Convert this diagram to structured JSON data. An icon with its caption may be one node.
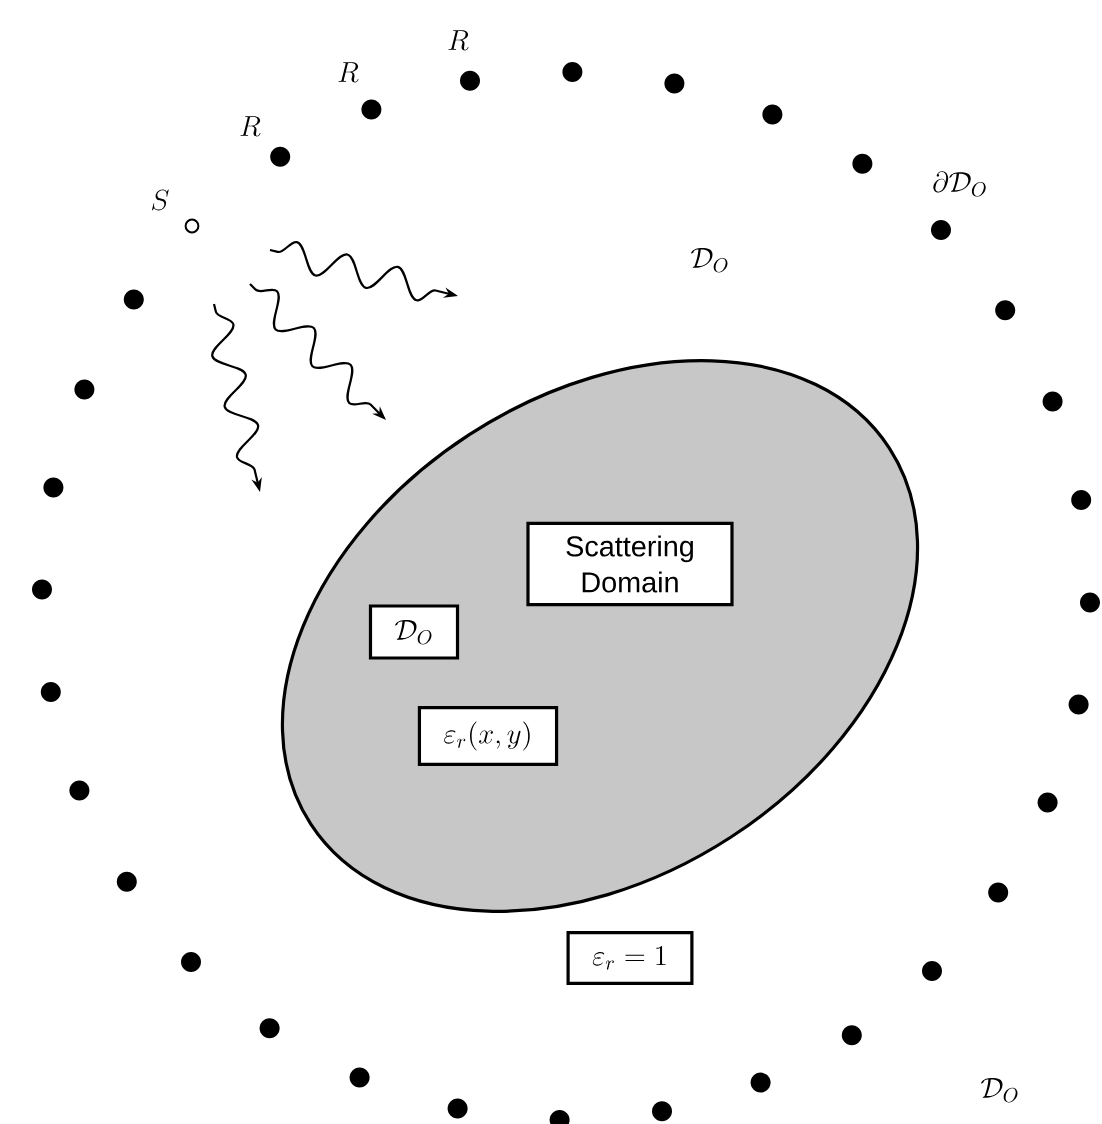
{
  "diagram": {
    "nodes": [
      {
        "text": [],
        "shape": "ellipse"
      },
      {
        "text": [
          "Scattering Domain"
        ],
        "in": 0
      },
      {
        "text": [
          "\\mathcal{D}_O"
        ],
        "in": 0
      },
      {
        "text": [
          "\\varepsilon_r(x,y)"
        ],
        "in": 0
      },
      {
        "text": [
          "\\varepsilon_r = 1"
        ]
      }
    ],
    "labels": [
      "R",
      "R",
      "R",
      "S",
      "\\partial\\mathcal{D}_O",
      "\\mathcal{D}_O",
      "\\mathcal{D}_O"
    ]
  }
}
